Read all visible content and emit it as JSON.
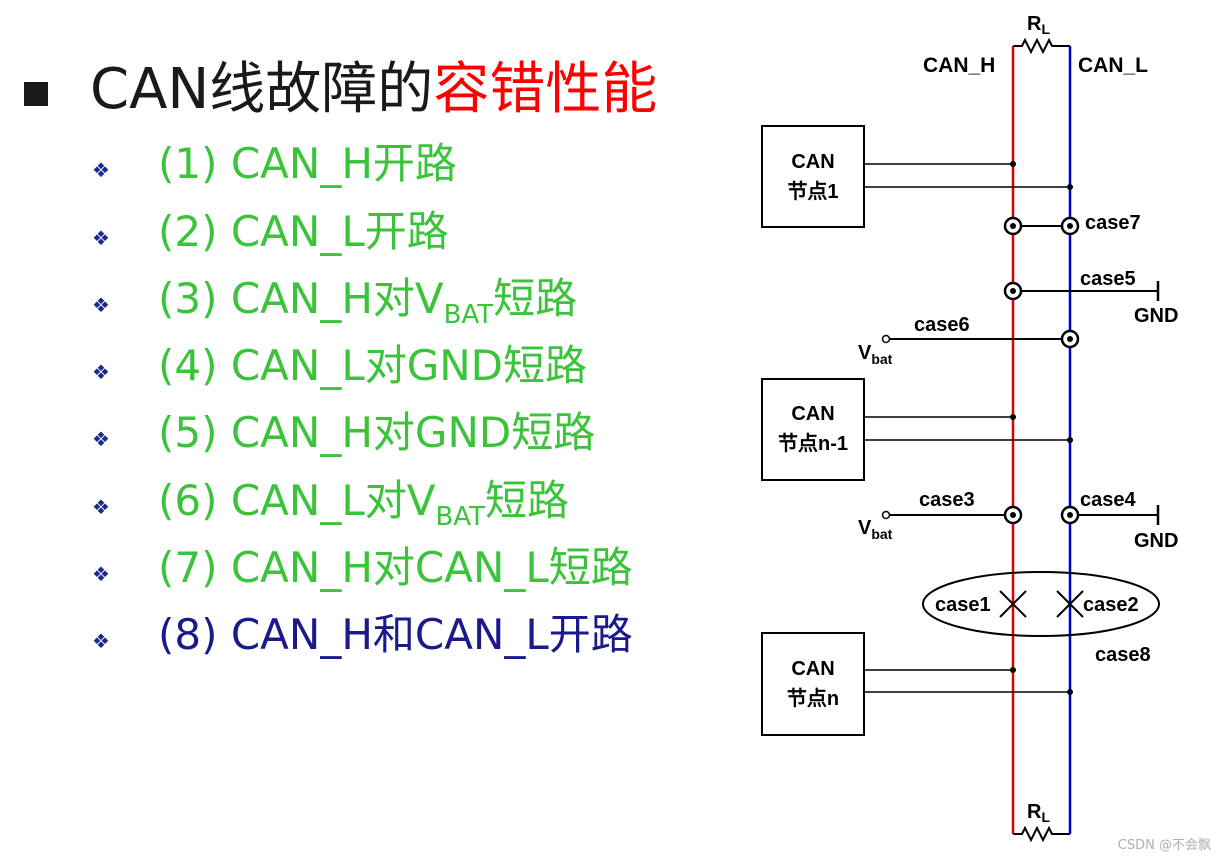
{
  "title": {
    "prefix": "CAN线故障的",
    "highlight": "容错性能"
  },
  "fault_items": [
    {
      "label": "(1) CAN_H开路"
    },
    {
      "label": "(2) CAN_L开路"
    },
    {
      "label_a": "(3) CAN_H对V",
      "sub": "BAT",
      "label_b": "短路"
    },
    {
      "label": "(4) CAN_L对GND短路"
    },
    {
      "label": "(5) CAN_H对GND短路"
    },
    {
      "label_a": "(6) CAN_L对V",
      "sub": "BAT",
      "label_b": "短路"
    },
    {
      "label": "(7) CAN_H对CAN_L短路"
    },
    {
      "label": "(8) CAN_H和CAN_L开路"
    }
  ],
  "diagram": {
    "resistor_top": {
      "main": "R",
      "sub": "L"
    },
    "resistor_bottom": {
      "main": "R",
      "sub": "L"
    },
    "bus_h_label": "CAN_H",
    "bus_l_label": "CAN_L",
    "nodes": [
      {
        "line1": "CAN",
        "line2": "节点1"
      },
      {
        "line1": "CAN",
        "line2": "节点n-1"
      },
      {
        "line1": "CAN",
        "line2": "节点n"
      }
    ],
    "cases": [
      "case1",
      "case2",
      "case3",
      "case4",
      "case5",
      "case6",
      "case7",
      "case8"
    ],
    "vbat": {
      "main": "V",
      "sub": "bat"
    },
    "gnd": "GND",
    "colors": {
      "can_h": "#e00000",
      "can_l": "#0000cc"
    }
  },
  "watermark": "CSDN @不会飘"
}
